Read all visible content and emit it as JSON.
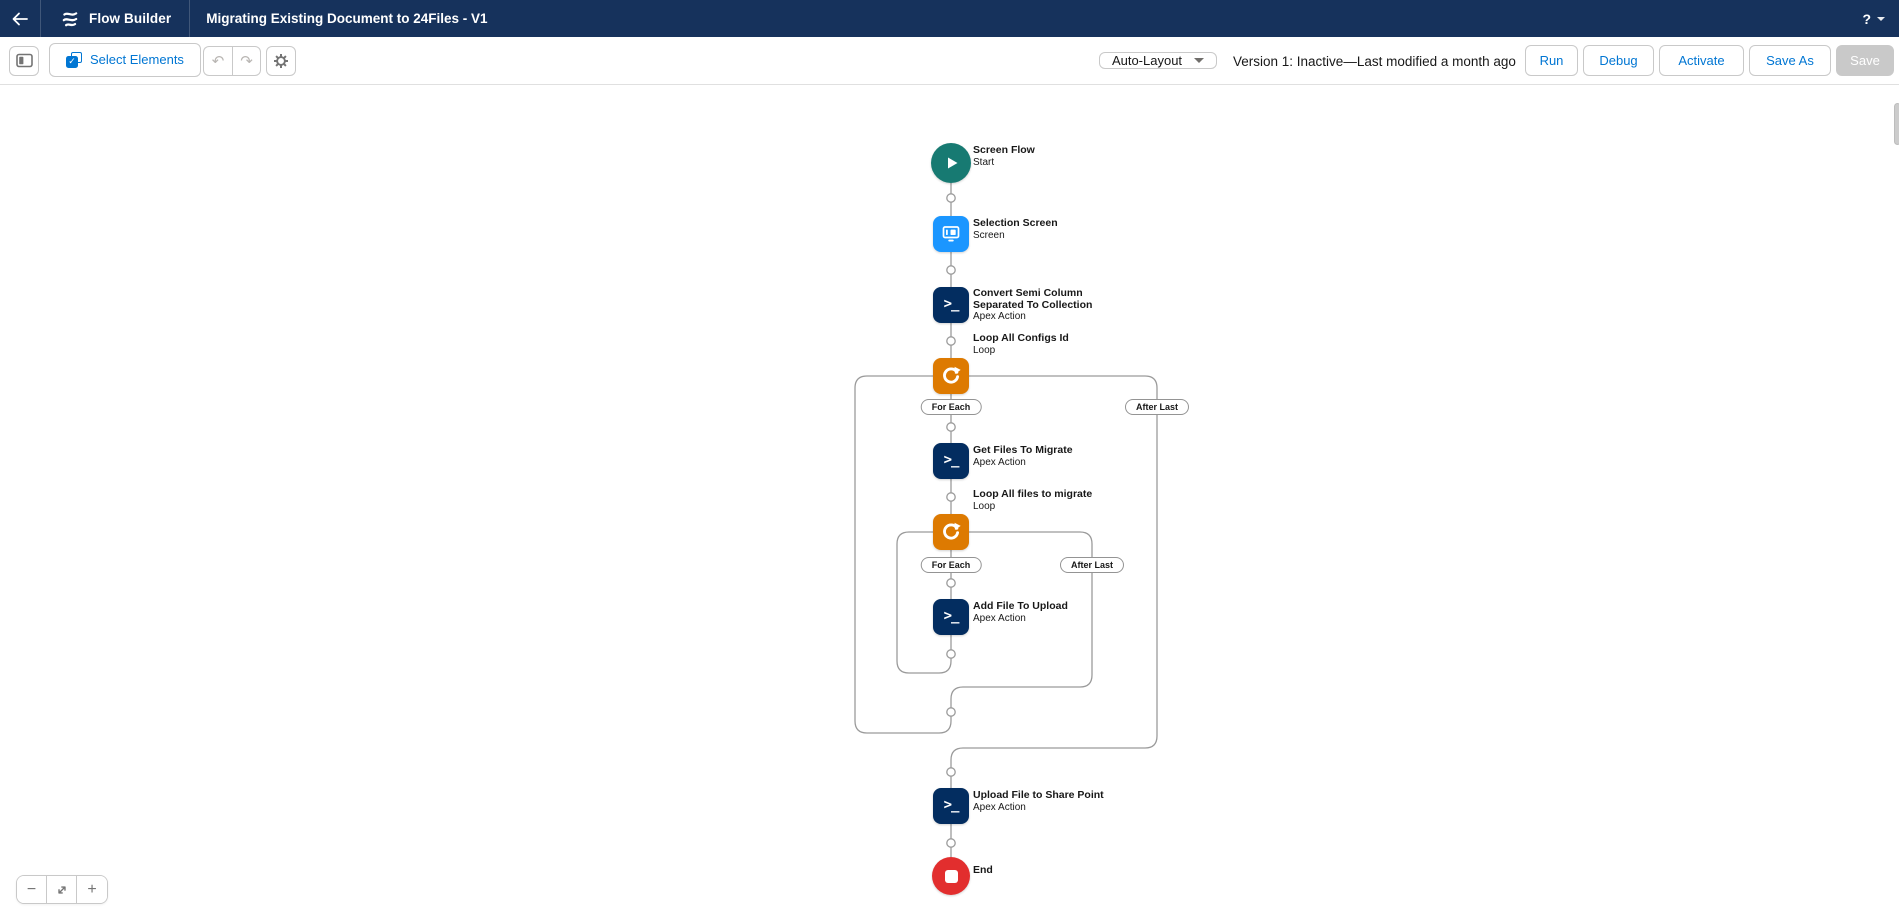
{
  "header": {
    "app_name": "Flow Builder",
    "flow_title": "Migrating Existing Document to 24Files - V1",
    "help_label": "?"
  },
  "toolbar": {
    "select_elements": "Select Elements",
    "layout_mode": "Auto-Layout",
    "version_status": "Version 1: Inactive—Last modified a month ago",
    "run": "Run",
    "debug": "Debug",
    "activate": "Activate",
    "save_as": "Save As",
    "save": "Save"
  },
  "canvas": {
    "nodes": [
      {
        "title": "Screen Flow",
        "subtitle": "Start",
        "type": "start"
      },
      {
        "title": "Selection Screen",
        "subtitle": "Screen",
        "type": "screen"
      },
      {
        "title": "Convert Semi Column Separated To Collection",
        "subtitle": "Apex Action",
        "type": "apex"
      },
      {
        "title": "Loop All Configs Id",
        "subtitle": "Loop",
        "type": "loop"
      },
      {
        "title": "Get Files To Migrate",
        "subtitle": "Apex Action",
        "type": "apex"
      },
      {
        "title": "Loop All files to migrate",
        "subtitle": "Loop",
        "type": "loop"
      },
      {
        "title": "Add File To Upload",
        "subtitle": "Apex Action",
        "type": "apex"
      },
      {
        "title": "Upload File to Share Point",
        "subtitle": "Apex Action",
        "type": "apex"
      },
      {
        "title": "End",
        "subtitle": "",
        "type": "end"
      }
    ],
    "connector_labels": {
      "for_each": "For Each",
      "after_last": "After Last"
    }
  },
  "zoom_controls": {
    "zoom_out": "−",
    "zoom_in": "+"
  },
  "colors": {
    "header_bg": "#16325c",
    "accent_blue": "#0176d3",
    "start_node": "#177a72",
    "screen_node": "#1b96ff",
    "apex_node": "#032d60",
    "loop_node": "#dd7a01",
    "end_node": "#e22e2e",
    "connector": "#9b9b9b"
  }
}
